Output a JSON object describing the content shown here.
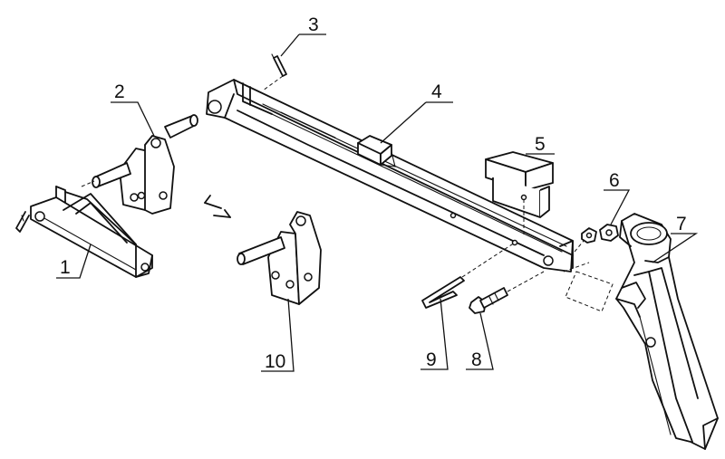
{
  "labels": {
    "p1": "1",
    "p2": "2",
    "p3": "3",
    "p4": "4",
    "p5": "5",
    "p6": "6",
    "p7": "7",
    "p8": "8",
    "p9": "9",
    "p10": "10"
  },
  "colors": {
    "ink": "#111111",
    "paper": "#ffffff"
  }
}
